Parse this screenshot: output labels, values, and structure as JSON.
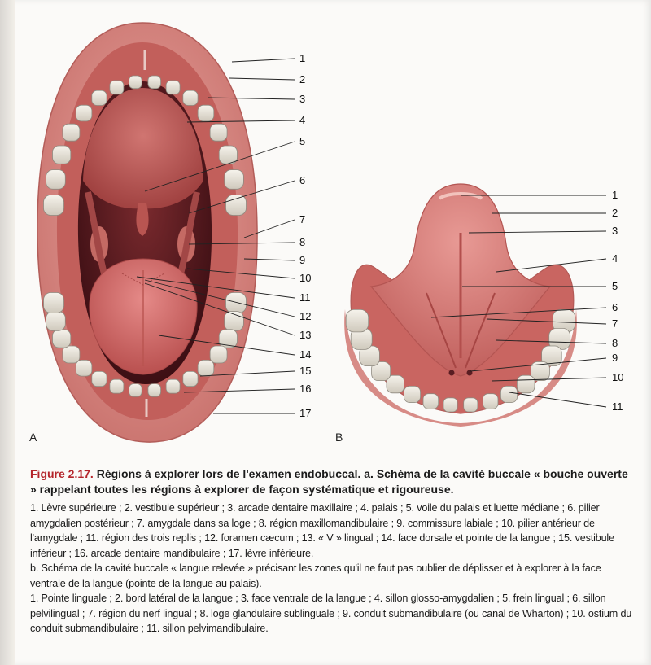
{
  "figure": {
    "panel_a_letter": "A",
    "panel_b_letter": "B",
    "panel_a_callouts": [
      "1",
      "2",
      "3",
      "4",
      "5",
      "6",
      "7",
      "8",
      "9",
      "10",
      "11",
      "12",
      "13",
      "14",
      "15",
      "16",
      "17"
    ],
    "panel_b_callouts": [
      "1",
      "2",
      "3",
      "4",
      "5",
      "6",
      "7",
      "8",
      "9",
      "10",
      "11"
    ]
  },
  "caption": {
    "figure_number": "Figure 2.17.",
    "heading": "Régions à explorer lors de l'examen endobuccal. a. Schéma de la cavité buccale « bouche ouverte » rappelant toutes les régions à explorer de façon systématique et rigoureuse.",
    "legend_a": "1. Lèvre supérieure ; 2. vestibule supérieur ; 3. arcade dentaire maxillaire ; 4. palais ; 5. voile du palais et luette médiane ; 6. pilier amygdalien postérieur ; 7. amygdale dans sa loge ; 8. région maxillomandibulaire ; 9. commissure labiale ; 10. pilier antérieur de l'amygdale ; 11. région des trois replis ; 12. foramen cæcum ; 13. « V » lingual ; 14. face dorsale et pointe de la langue ; 15. vestibule inférieur ; 16. arcade dentaire mandibulaire ; 17. lèvre inférieure.",
    "heading_b": "b. Schéma de la cavité buccale « langue relevée » précisant les zones qu'il ne faut pas oublier de déplisser et à explorer à la face ventrale de la langue (pointe de la langue au palais).",
    "legend_b": "1. Pointe linguale ; 2. bord latéral de la langue ; 3. face ventrale de la langue ; 4. sillon glosso-amygdalien ; 5. frein lingual ; 6. sillon pelvilingual ; 7. région du nerf lingual ; 8. loge glandulaire sublinguale ; 9. conduit submandibulaire (ou canal de Wharton) ; 10. ostium du conduit submandibulaire ; 11. sillon pelvimandibulaire."
  },
  "colors": {
    "lip": "#d78a86",
    "gum": "#c8655f",
    "palate": "#b9524f",
    "throat": "#5a1d22",
    "tooth": "#e9e5dc",
    "tongue": "#cf6b6a",
    "caption_red": "#b4242a"
  }
}
